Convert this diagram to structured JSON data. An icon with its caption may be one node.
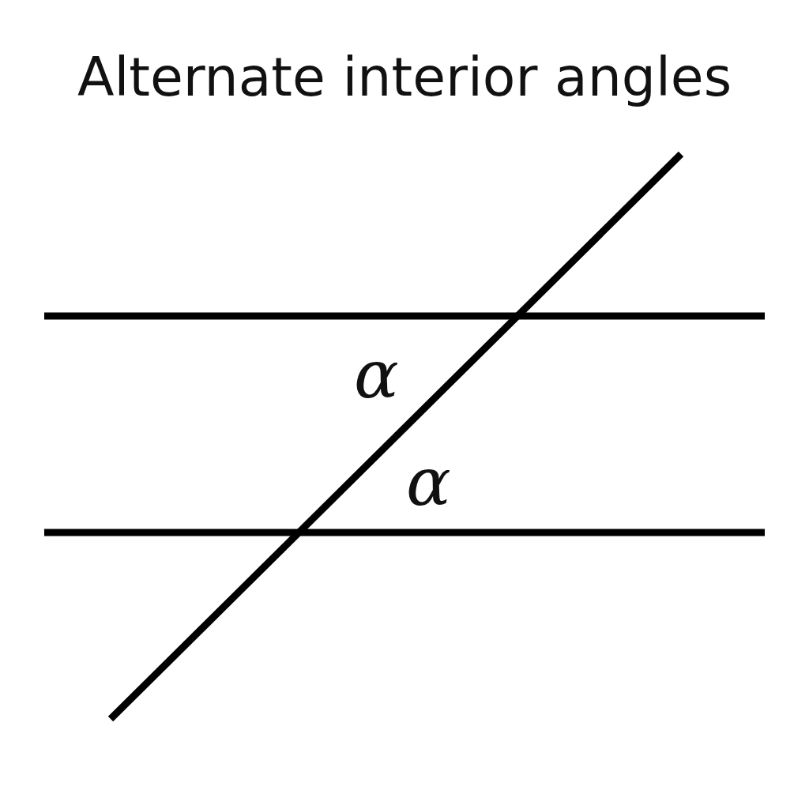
{
  "diagram": {
    "title": "Alternate interior angles",
    "labels": [
      "α",
      "α"
    ]
  }
}
